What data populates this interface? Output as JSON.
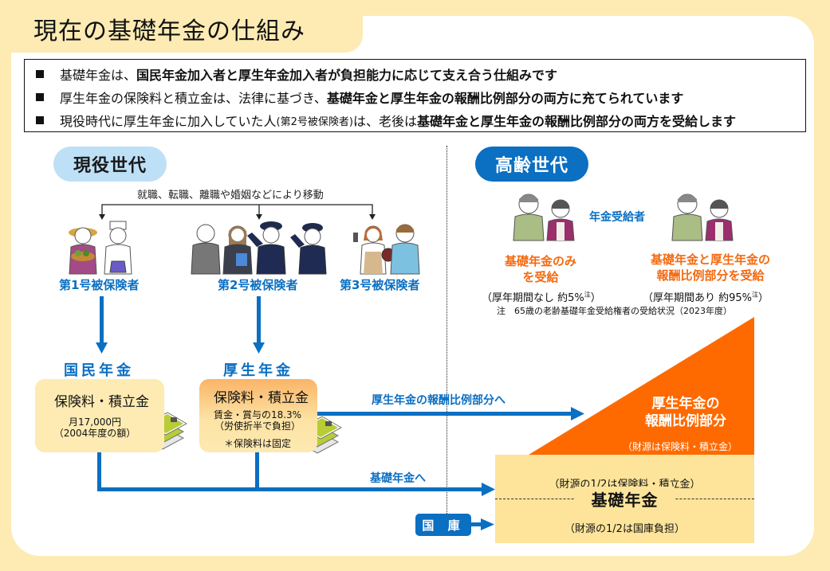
{
  "header": {
    "title": "現在の基礎年金の仕組み"
  },
  "summary": [
    {
      "plain1": "基礎年金は、",
      "bold": "国民年金加入者と厚生年金加入者が負担能力に応じて支え合う仕組みです",
      "plain2": ""
    },
    {
      "plain1": "厚生年金の保険料と積立金は、法律に基づき、",
      "bold": "基礎年金と厚生年金の報酬比例部分の両方に充てられています",
      "plain2": ""
    },
    {
      "plain1": "現役時代に厚生年金に加入していた人",
      "small": "(第2号被保険者)",
      "plain2": "は、老後は",
      "bold": "基礎年金と厚生年金の報酬比例部分の両方を受給します"
    }
  ],
  "current_generation": {
    "label": "現役世代",
    "movement_text": "就職、転職、離職や婚姻などにより移動",
    "insured": [
      {
        "label": "第1号被保険者",
        "people": [
          "farmer",
          "chef"
        ]
      },
      {
        "label": "第2号被保険者",
        "people": [
          "businessman",
          "office-worker",
          "police-officer",
          "police-officer-female"
        ]
      },
      {
        "label": "第3号被保険者",
        "people": [
          "homemaker-female",
          "homemaker-male"
        ]
      }
    ],
    "funds": [
      {
        "name": "国民年金",
        "box_title": "保険料・積立金",
        "lines": [
          "月17,000円",
          "（2004年度の額）"
        ]
      },
      {
        "name": "厚生年金",
        "box_title": "保険料・積立金",
        "lines": [
          "賃金・賞与の18.3%",
          "（労使折半で負担）"
        ],
        "footnote": "＊保険料は固定"
      }
    ],
    "arrow_to_proportional": "厚生年金の報酬比例部分へ",
    "arrow_to_basic": "基礎年金へ",
    "treasury": "国 庫"
  },
  "senior_generation": {
    "label": "高齢世代",
    "pensioner_label": "年金受給者",
    "groups": [
      {
        "title_line1": "基礎年金のみ",
        "title_line2": "を受給",
        "note": "（厚年期間なし  約5%",
        "note_sup": "注",
        "note_end": "）"
      },
      {
        "title_line1": "基礎年金と厚生年金の",
        "title_line2": "報酬比例部分を受給",
        "note": "（厚年期間あり  約95%",
        "note_sup": "注",
        "note_end": "）"
      }
    ],
    "footnote": "注　65歳の老齢基礎年金受給権者の受給状況（2023年度）",
    "proportional_block": {
      "line1": "厚生年金の",
      "line2": "報酬比例部分",
      "source": "（財源は保険料・積立金）"
    },
    "basic_block": {
      "title": "基礎年金",
      "upper_source": "（財源の1/2は保険料・積立金）",
      "lower_source": "（財源の1/2は国庫負担）"
    }
  },
  "colors": {
    "background": "#fdebb3",
    "accent_blue": "#0b6fc2",
    "light_blue": "#bde0f7",
    "orange": "#fe6a00",
    "basic_fill": "#fde49a"
  }
}
